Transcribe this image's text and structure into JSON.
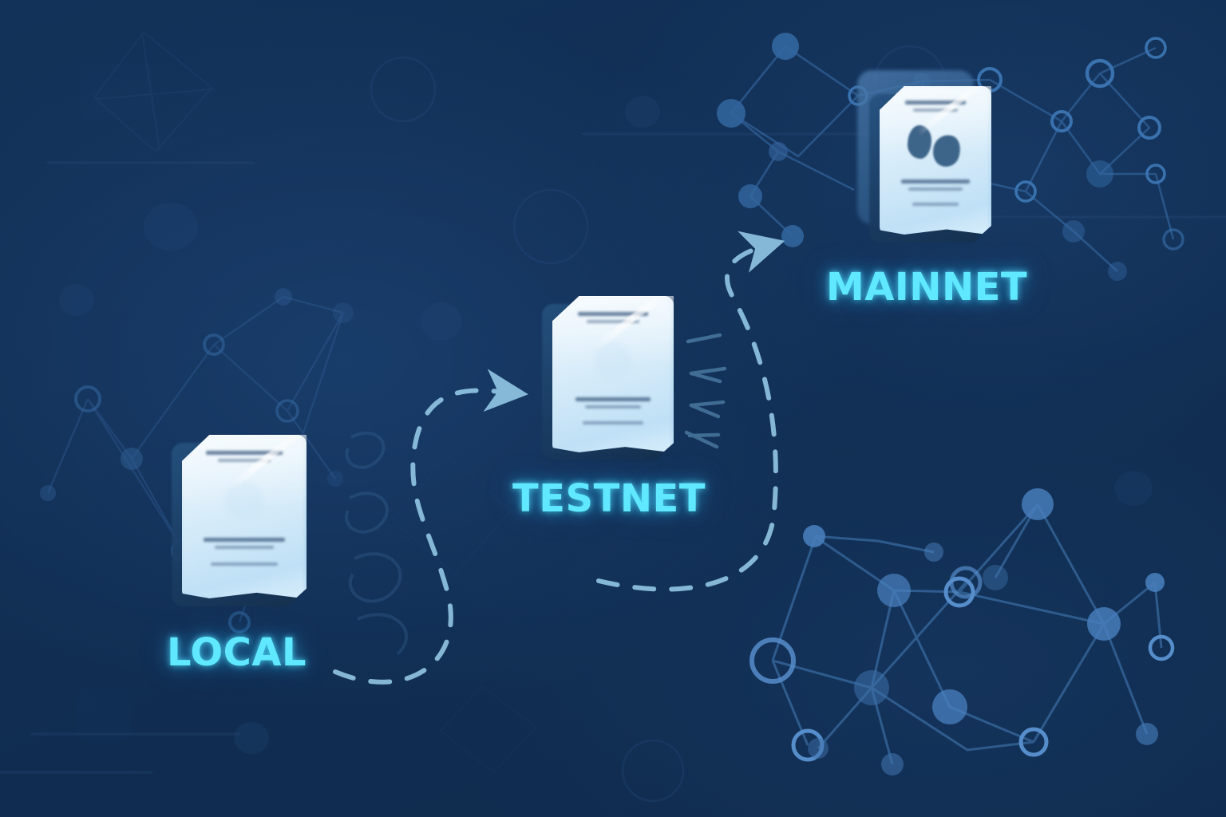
{
  "scene": {
    "title": "Blockchain deployment pipeline",
    "background_color": "#123158",
    "accent_color": "#5fe8ff",
    "node_color": "#3a6fa8",
    "card_color": "#dcefFB"
  },
  "stages": [
    {
      "id": "local",
      "label": "LOCAL",
      "icon": "document-card-icon",
      "card_icon": "rocket-circle-icon",
      "text_lines": [
        "",
        "",
        "",
        "",
        ""
      ]
    },
    {
      "id": "testnet",
      "label": "TESTNET",
      "icon": "document-card-icon",
      "card_icon": "rocket-circle-icon",
      "text_lines": [
        "",
        "",
        "",
        "",
        ""
      ]
    },
    {
      "id": "mainnet",
      "label": "MAINNET",
      "icon": "document-card-icon",
      "card_icon": "leaves-icon",
      "text_lines": [
        "",
        "",
        "",
        "",
        ""
      ]
    }
  ],
  "flows": [
    {
      "id": "local-to-testnet",
      "from": "local",
      "to": "testnet",
      "style": "dashed-arrow"
    },
    {
      "id": "testnet-to-mainnet",
      "from": "testnet",
      "to": "mainnet",
      "style": "dashed-arrow"
    }
  ],
  "decorations": [
    {
      "id": "network-left",
      "icon": "network-graph-icon"
    },
    {
      "id": "network-top-right",
      "icon": "network-graph-icon"
    },
    {
      "id": "network-bottom-right",
      "icon": "network-graph-icon"
    },
    {
      "id": "diamond-outline-top-left",
      "icon": "diamond-outline-icon"
    },
    {
      "id": "hexagon-outline-top",
      "icon": "hexagon-outline-icon"
    }
  ]
}
